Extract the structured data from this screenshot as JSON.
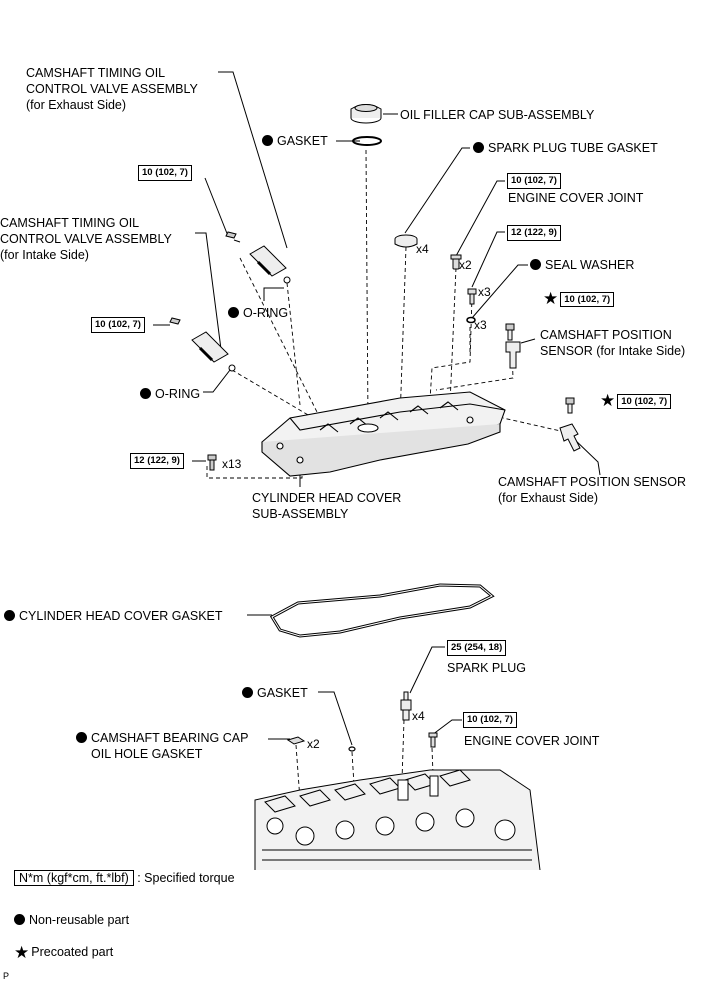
{
  "labels": {
    "cam_timing_exhaust": [
      "CAMSHAFT TIMING OIL",
      "CONTROL VALVE ASSEMBLY",
      "(for Exhaust Side)"
    ],
    "cam_timing_intake": [
      "CAMSHAFT TIMING OIL",
      "CONTROL VALVE ASSEMBLY",
      "(for Intake Side)"
    ],
    "oil_filler_cap": "OIL FILLER CAP SUB-ASSEMBLY",
    "gasket_top": "GASKET",
    "spark_plug_tube_gasket": "SPARK PLUG TUBE GASKET",
    "engine_cover_joint_top": "ENGINE COVER JOINT",
    "seal_washer": "SEAL WASHER",
    "o_ring_upper": "O-RING",
    "o_ring_lower": "O-RING",
    "cam_pos_intake": [
      "CAMSHAFT POSITION",
      "SENSOR (for Intake Side)"
    ],
    "cam_pos_exhaust": [
      "CAMSHAFT POSITION SENSOR",
      "(for Exhaust Side)"
    ],
    "cylinder_head_cover": [
      "CYLINDER HEAD COVER",
      "SUB-ASSEMBLY"
    ],
    "cylinder_head_cover_gasket": "CYLINDER HEAD COVER GASKET",
    "spark_plug": "SPARK PLUG",
    "gasket_bottom": "GASKET",
    "cam_bearing_cap": [
      "CAMSHAFT BEARING CAP",
      "OIL HOLE GASKET"
    ],
    "engine_cover_joint_bottom": "ENGINE COVER JOINT"
  },
  "torques": {
    "ocv_exhaust_bolt": "10 (102, 7)",
    "engine_cover_joint_top": "10 (102, 7)",
    "ocv_intake_bolt": "10 (102, 7)",
    "seal_washer_bolt": "12 (122, 9)",
    "cam_pos_intake": "10 (102, 7)",
    "cam_pos_exhaust": "10 (102, 7)",
    "head_cover_bolts": "12 (122, 9)",
    "spark_plug": "25 (254, 18)",
    "engine_cover_joint_bottom": "10 (102, 7)"
  },
  "quantities": {
    "spark_plug_tube_gasket": "x4",
    "engine_cover_joint": "x2",
    "seal_washer_bolts": "x3",
    "seal_washers": "x3",
    "head_cover_bolts": "x13",
    "spark_plugs": "x4",
    "cam_bearing_cap_gaskets": "x2"
  },
  "legend": {
    "torque_key": "N*m (kgf*cm, ft.*lbf)",
    "torque_desc": ": Specified torque",
    "non_reusable": "Non-reusable part",
    "precoated": "Precoated part"
  },
  "corner_mark": "P",
  "icons": {
    "non_reusable": "filled-circle-icon",
    "precoated": "star-icon"
  }
}
